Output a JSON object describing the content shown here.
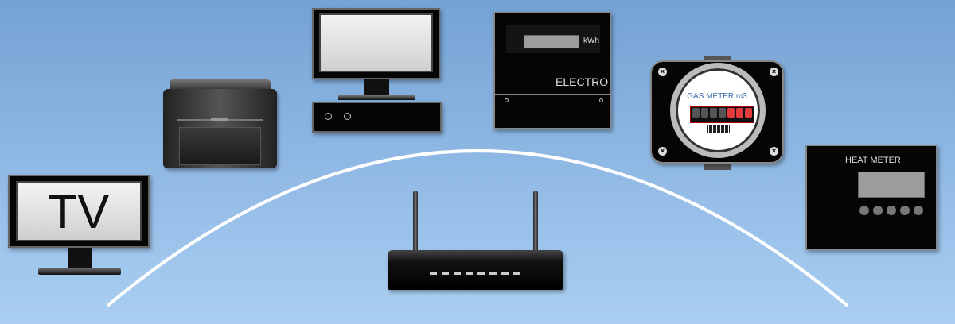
{
  "devices": {
    "tv": {
      "label": "TV"
    },
    "printer": {},
    "computer": {},
    "electric_meter": {
      "unit": "kWh",
      "label": "ELECTRO"
    },
    "gas_meter": {
      "label": "GAS METER m3",
      "digits_black": 4,
      "digits_red": 3
    },
    "heat_meter": {
      "label": "HEAT METER"
    },
    "router": {
      "leds": 8
    }
  },
  "colors": {
    "background_top": "#74a2d4",
    "background_bottom": "#aacff2",
    "arc": "#ffffff",
    "gas_label": "#3a6aa8",
    "red_digit": "#e43b3b"
  }
}
